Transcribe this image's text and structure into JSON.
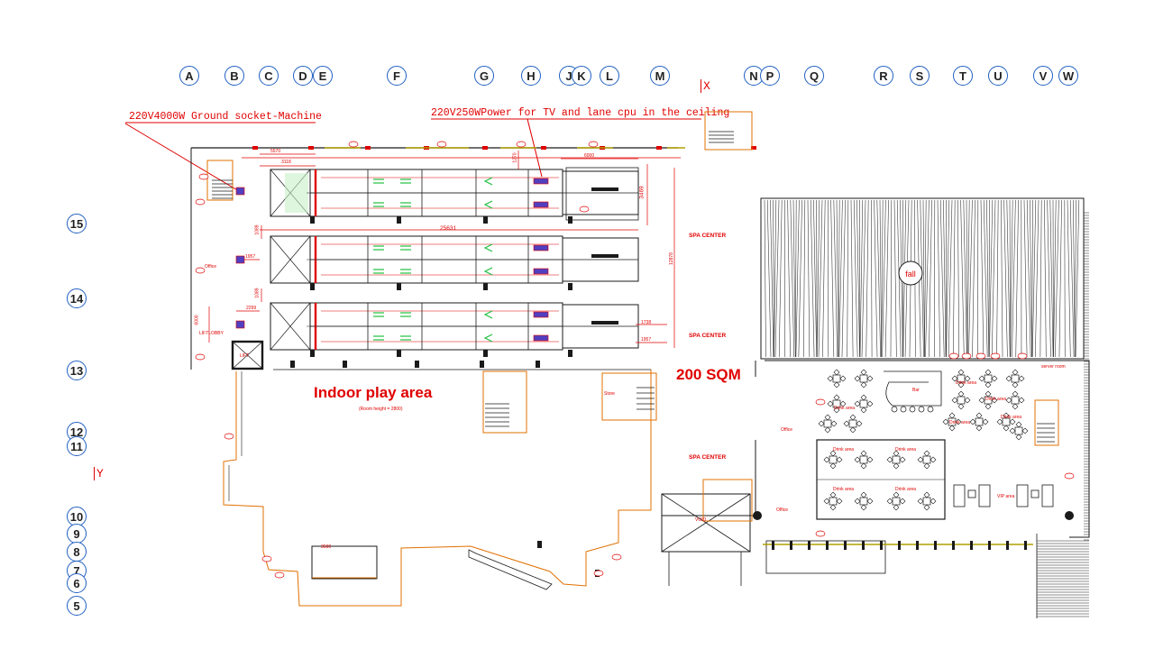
{
  "grid": {
    "columns": [
      "A",
      "B",
      "C",
      "D",
      "E",
      "F",
      "G",
      "H",
      "J",
      "K",
      "L",
      "M",
      "N",
      "P",
      "Q",
      "R",
      "S",
      "T",
      "U",
      "V",
      "W"
    ],
    "rows": [
      "15",
      "14",
      "13",
      "12",
      "11",
      "10",
      "9",
      "8",
      "7",
      "6",
      "5"
    ]
  },
  "axes": {
    "x": "X",
    "y": "Y"
  },
  "annotations": {
    "ground_socket": "220V4000W Ground socket-Machine",
    "ceiling_power": "220V250WPower for TV and lane cpu in the ceiling"
  },
  "labels": {
    "indoor_play_area": "Indoor play area",
    "room_height": "(Room height = 2800)",
    "area_sqm": "200 SQM",
    "spa_center": "SPA CENTER",
    "office": "Office",
    "store": "Store",
    "bar": "Bar",
    "drink_area": "Drink area",
    "vip_area": "VIP area",
    "server_room": "server room",
    "lift": "LIFT",
    "void": "VOID",
    "fall": "fall",
    "lift_side": "LIFTLOBBY"
  },
  "dimensions": {
    "d5570": "5570",
    "d3118": "3118",
    "d1270": "1270",
    "d6000": "6000",
    "d25631": "25631",
    "d3469": "3469",
    "d12878": "12878",
    "d1089": "1089",
    "d1957": "1957",
    "d2299": "2299",
    "d1738": "1738",
    "d6000b": "6000",
    "d3500": "3500"
  },
  "colors": {
    "line": "#1a1a1a",
    "red": "#e00000",
    "orange": "#e07000",
    "green": "#20c040",
    "bubble": "#2060c0",
    "olive": "#b0a000"
  }
}
